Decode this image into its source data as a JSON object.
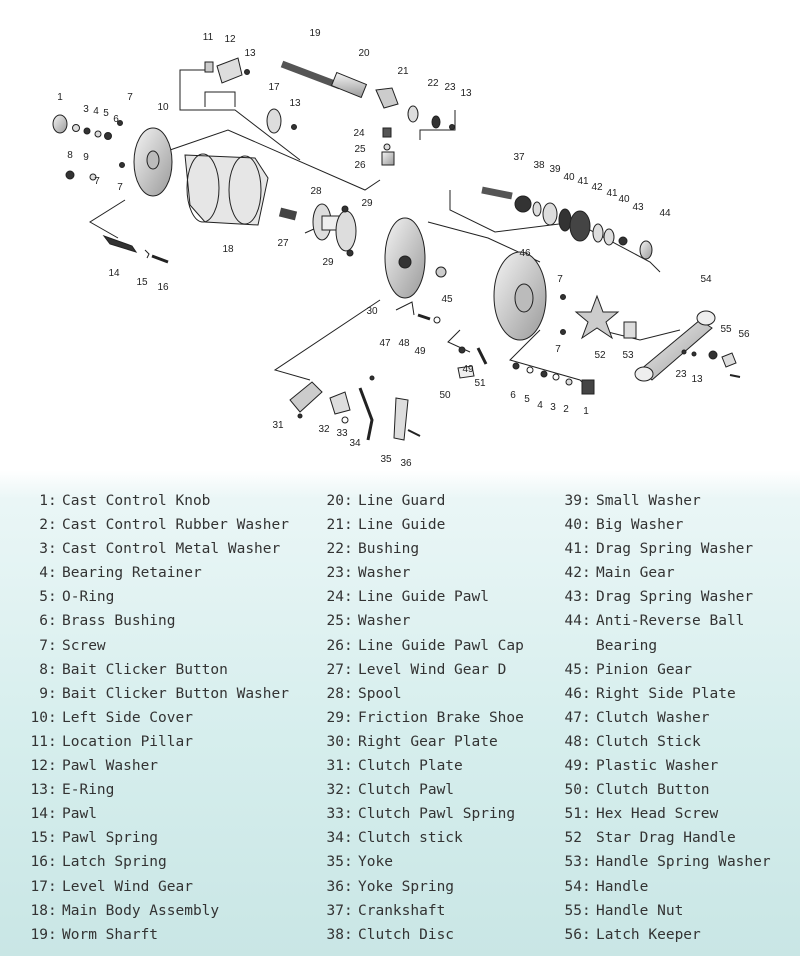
{
  "parts": [
    {
      "num": "1",
      "name": "Cast Control Knob"
    },
    {
      "num": "2",
      "name": "Cast Control Rubber Washer"
    },
    {
      "num": "3",
      "name": "Cast Control Metal Washer"
    },
    {
      "num": "4",
      "name": "Bearing Retainer"
    },
    {
      "num": "5",
      "name": "O-Ring"
    },
    {
      "num": "6",
      "name": "Brass Bushing"
    },
    {
      "num": "7",
      "name": "Screw"
    },
    {
      "num": "8",
      "name": "Bait Clicker Button"
    },
    {
      "num": "9",
      "name": "Bait Clicker Button Washer"
    },
    {
      "num": "10",
      "name": "Left Side Cover"
    },
    {
      "num": "11",
      "name": "Location Pillar"
    },
    {
      "num": "12",
      "name": "Pawl Washer"
    },
    {
      "num": "13",
      "name": "E-Ring"
    },
    {
      "num": "14",
      "name": "Pawl"
    },
    {
      "num": "15",
      "name": "Pawl Spring"
    },
    {
      "num": "16",
      "name": "Latch Spring"
    },
    {
      "num": "17",
      "name": "Level Wind Gear"
    },
    {
      "num": "18",
      "name": "Main Body Assembly"
    },
    {
      "num": "19",
      "name": "Worm Sharft"
    },
    {
      "num": "20",
      "name": "Line Guard"
    },
    {
      "num": "21",
      "name": "Line Guide"
    },
    {
      "num": "22",
      "name": "Bushing"
    },
    {
      "num": "23",
      "name": "Washer"
    },
    {
      "num": "24",
      "name": "Line Guide Pawl"
    },
    {
      "num": "25",
      "name": "Washer"
    },
    {
      "num": "26",
      "name": "Line Guide Pawl Cap"
    },
    {
      "num": "27",
      "name": "Level Wind Gear D"
    },
    {
      "num": "28",
      "name": "Spool"
    },
    {
      "num": "29",
      "name": "Friction Brake Shoe"
    },
    {
      "num": "30",
      "name": "Right Gear Plate"
    },
    {
      "num": "31",
      "name": "Clutch Plate"
    },
    {
      "num": "32",
      "name": "Clutch Pawl"
    },
    {
      "num": "33",
      "name": "Clutch Pawl Spring"
    },
    {
      "num": "34",
      "name": "Clutch stick"
    },
    {
      "num": "35",
      "name": "Yoke"
    },
    {
      "num": "36",
      "name": "Yoke Spring"
    },
    {
      "num": "37",
      "name": "Crankshaft"
    },
    {
      "num": "38",
      "name": "Clutch Disc"
    },
    {
      "num": "39",
      "name": "Small Washer"
    },
    {
      "num": "40",
      "name": "Big Washer"
    },
    {
      "num": "41",
      "name": "Drag Spring Washer"
    },
    {
      "num": "42",
      "name": "Main Gear"
    },
    {
      "num": "43",
      "name": "Drag Spring Washer"
    },
    {
      "num": "44",
      "name": "Anti-Reverse Ball Bearing"
    },
    {
      "num": "45",
      "name": "Pinion Gear"
    },
    {
      "num": "46",
      "name": "Right Side Plate"
    },
    {
      "num": "47",
      "name": "Clutch Washer"
    },
    {
      "num": "48",
      "name": "Clutch Stick"
    },
    {
      "num": "49",
      "name": "Plastic Washer"
    },
    {
      "num": "50",
      "name": "Clutch Button"
    },
    {
      "num": "51",
      "name": "Hex Head Screw"
    },
    {
      "num": "52",
      "name": "Star Drag Handle"
    },
    {
      "num": "53",
      "name": "Handle Spring Washer"
    },
    {
      "num": "54",
      "name": "Handle"
    },
    {
      "num": "55",
      "name": "Handle Nut"
    },
    {
      "num": "56",
      "name": "Latch Keeper"
    }
  ],
  "callouts": [
    "1",
    "2",
    "3",
    "4",
    "5",
    "6",
    "7",
    "8",
    "9",
    "10",
    "11",
    "12",
    "13",
    "14",
    "15",
    "16",
    "17",
    "18",
    "19",
    "20",
    "21",
    "22",
    "23",
    "24",
    "25",
    "26",
    "27",
    "28",
    "29",
    "30",
    "31",
    "32",
    "33",
    "34",
    "35",
    "36",
    "37",
    "38",
    "39",
    "40",
    "41",
    "42",
    "43",
    "44",
    "45",
    "46",
    "47",
    "48",
    "49",
    "50",
    "51",
    "52",
    "53",
    "54",
    "55",
    "56"
  ]
}
